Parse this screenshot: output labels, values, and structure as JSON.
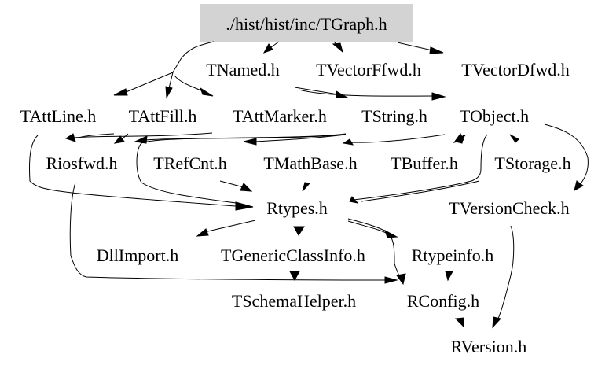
{
  "title": "./hist/hist/inc/TGraph.h",
  "colors": {
    "root_fill": "#d3d3d3",
    "node_text": "#000000",
    "edge": "#000000",
    "background": "#ffffff"
  },
  "nodes": [
    {
      "id": "root",
      "label": "./hist/hist/inc/TGraph.h",
      "highlighted": true
    },
    {
      "id": "TNamed",
      "label": "TNamed.h"
    },
    {
      "id": "TVectorFfwd",
      "label": "TVectorFfwd.h"
    },
    {
      "id": "TVectorDfwd",
      "label": "TVectorDfwd.h"
    },
    {
      "id": "TAttLine",
      "label": "TAttLine.h"
    },
    {
      "id": "TAttFill",
      "label": "TAttFill.h"
    },
    {
      "id": "TAttMarker",
      "label": "TAttMarker.h"
    },
    {
      "id": "TString",
      "label": "TString.h"
    },
    {
      "id": "TObject",
      "label": "TObject.h"
    },
    {
      "id": "Riosfwd",
      "label": "Riosfwd.h"
    },
    {
      "id": "TRefCnt",
      "label": "TRefCnt.h"
    },
    {
      "id": "TMathBase",
      "label": "TMathBase.h"
    },
    {
      "id": "TBuffer",
      "label": "TBuffer.h"
    },
    {
      "id": "TStorage",
      "label": "TStorage.h"
    },
    {
      "id": "Rtypes",
      "label": "Rtypes.h"
    },
    {
      "id": "TVersionCheck",
      "label": "TVersionCheck.h"
    },
    {
      "id": "DllImport",
      "label": "DllImport.h"
    },
    {
      "id": "TGenericClassInfo",
      "label": "TGenericClassInfo.h"
    },
    {
      "id": "Rtypeinfo",
      "label": "Rtypeinfo.h"
    },
    {
      "id": "TSchemaHelper",
      "label": "TSchemaHelper.h"
    },
    {
      "id": "RConfig",
      "label": "RConfig.h"
    },
    {
      "id": "RVersion",
      "label": "RVersion.h"
    }
  ],
  "edges": [
    {
      "from": "root",
      "to": "TNamed"
    },
    {
      "from": "root",
      "to": "TVectorFfwd"
    },
    {
      "from": "root",
      "to": "TVectorDfwd"
    },
    {
      "from": "root",
      "to": "TAttLine"
    },
    {
      "from": "root",
      "to": "TAttFill"
    },
    {
      "from": "root",
      "to": "TAttMarker"
    },
    {
      "from": "TNamed",
      "to": "TString"
    },
    {
      "from": "TNamed",
      "to": "TObject"
    },
    {
      "from": "TAttLine",
      "to": "Rtypes"
    },
    {
      "from": "TAttFill",
      "to": "Riosfwd"
    },
    {
      "from": "TString",
      "to": "Riosfwd"
    },
    {
      "from": "TString",
      "to": "TRefCnt"
    },
    {
      "from": "TString",
      "to": "TMathBase"
    },
    {
      "from": "TString",
      "to": "Rtypes"
    },
    {
      "from": "TObject",
      "to": "Riosfwd"
    },
    {
      "from": "TObject",
      "to": "TBuffer"
    },
    {
      "from": "TObject",
      "to": "TStorage"
    },
    {
      "from": "TObject",
      "to": "Rtypes"
    },
    {
      "from": "TObject",
      "to": "TVersionCheck"
    },
    {
      "from": "TStorage",
      "to": "Rtypes"
    },
    {
      "from": "TRefCnt",
      "to": "Rtypes"
    },
    {
      "from": "TMathBase",
      "to": "Rtypes"
    },
    {
      "from": "Riosfwd",
      "to": "RConfig"
    },
    {
      "from": "Rtypes",
      "to": "DllImport"
    },
    {
      "from": "Rtypes",
      "to": "TGenericClassInfo"
    },
    {
      "from": "Rtypes",
      "to": "Rtypeinfo"
    },
    {
      "from": "Rtypes",
      "to": "RConfig"
    },
    {
      "from": "TGenericClassInfo",
      "to": "TSchemaHelper"
    },
    {
      "from": "Rtypeinfo",
      "to": "RConfig"
    },
    {
      "from": "RConfig",
      "to": "RVersion"
    },
    {
      "from": "TVersionCheck",
      "to": "RVersion"
    }
  ]
}
